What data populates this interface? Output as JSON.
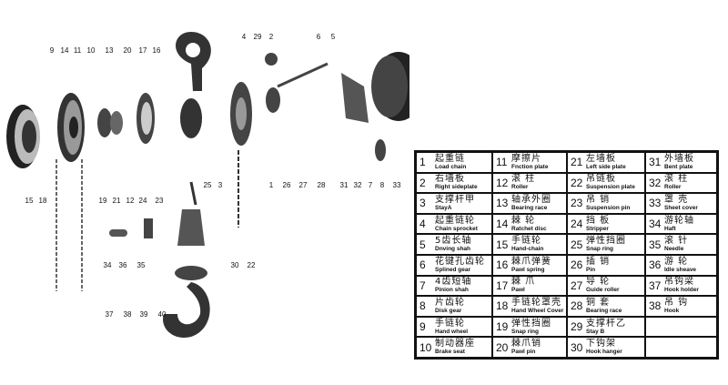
{
  "diagram": {
    "title": "Chain hoist exploded view",
    "callouts": [
      "9",
      "14",
      "11",
      "10",
      "13",
      "20",
      "17",
      "16",
      "4",
      "29",
      "2",
      "6",
      "5",
      "15",
      "18",
      "19",
      "21",
      "12",
      "24",
      "23",
      "25",
      "3",
      "1",
      "26",
      "27",
      "28",
      "31",
      "32",
      "7",
      "8",
      "33",
      "34",
      "36",
      "35",
      "30",
      "22",
      "37",
      "38",
      "39",
      "40"
    ]
  },
  "parts_table": {
    "cells": [
      {
        "num": "1",
        "cn": "起重链",
        "en": "Load chain"
      },
      {
        "num": "11",
        "cn": "摩擦片",
        "en": "Fnction plate"
      },
      {
        "num": "21",
        "cn": "左墙板",
        "en": "Left side plate"
      },
      {
        "num": "31",
        "cn": "外墙板",
        "en": "Bent plate"
      },
      {
        "num": "2",
        "cn": "右墙板",
        "en": "Right sideplate"
      },
      {
        "num": "12",
        "cn": "滚 柱",
        "en": "Roller"
      },
      {
        "num": "22",
        "cn": "吊链板",
        "en": "Suspension plate"
      },
      {
        "num": "32",
        "cn": "滚 柱",
        "en": "Roller"
      },
      {
        "num": "3",
        "cn": "支撑杆甲",
        "en": "StayA"
      },
      {
        "num": "13",
        "cn": "轴承外圈",
        "en": "Bearing race"
      },
      {
        "num": "23",
        "cn": "吊 销",
        "en": "Suspension pin"
      },
      {
        "num": "33",
        "cn": "罩 壳",
        "en": "Sheet cover"
      },
      {
        "num": "4",
        "cn": "起重链轮",
        "en": "Chain sprocket"
      },
      {
        "num": "14",
        "cn": "棘 轮",
        "en": "Ratchet disc"
      },
      {
        "num": "24",
        "cn": "挡 板",
        "en": "Stripper"
      },
      {
        "num": "34",
        "cn": "游轮轴",
        "en": "Haft"
      },
      {
        "num": "5",
        "cn": "5齿长轴",
        "en": "Dnving shah"
      },
      {
        "num": "15",
        "cn": "手链轮",
        "en": "Hand-chain"
      },
      {
        "num": "25",
        "cn": "弹性挡圈",
        "en": "Snap ring"
      },
      {
        "num": "35",
        "cn": "滚 针",
        "en": "Needle"
      },
      {
        "num": "6",
        "cn": "花键孔齿轮",
        "en": "Splined gear"
      },
      {
        "num": "16",
        "cn": "棘爪弹簧",
        "en": "Pawl spring"
      },
      {
        "num": "26",
        "cn": "插 销",
        "en": "Pin"
      },
      {
        "num": "36",
        "cn": "游 轮",
        "en": "Idle sheave"
      },
      {
        "num": "7",
        "cn": "4齿短轴",
        "en": "Pinion shah"
      },
      {
        "num": "17",
        "cn": "棘 爪",
        "en": "Pawl"
      },
      {
        "num": "27",
        "cn": "导 轮",
        "en": "Guide roller"
      },
      {
        "num": "37",
        "cn": "吊钩梁",
        "en": "Hook holder"
      },
      {
        "num": "8",
        "cn": "片齿轮",
        "en": "Disk gear"
      },
      {
        "num": "18",
        "cn": "手链轮罩壳",
        "en": "Hand Wheel Cover"
      },
      {
        "num": "28",
        "cn": "铜 套",
        "en": "Bearing race"
      },
      {
        "num": "38",
        "cn": "吊 钩",
        "en": "Hook"
      },
      {
        "num": "9",
        "cn": "手链轮",
        "en": "Hand wheel"
      },
      {
        "num": "19",
        "cn": "弹性挡圈",
        "en": "Snap ring"
      },
      {
        "num": "29",
        "cn": "支撑杆乙",
        "en": "Stay B"
      },
      {
        "num": "",
        "cn": "",
        "en": ""
      },
      {
        "num": "10",
        "cn": "制动器座",
        "en": "Brake seat"
      },
      {
        "num": "20",
        "cn": "棘爪销",
        "en": "Pawl pin"
      },
      {
        "num": "30",
        "cn": "下钩架",
        "en": "Hook hanger"
      },
      {
        "num": "",
        "cn": "",
        "en": ""
      }
    ]
  }
}
